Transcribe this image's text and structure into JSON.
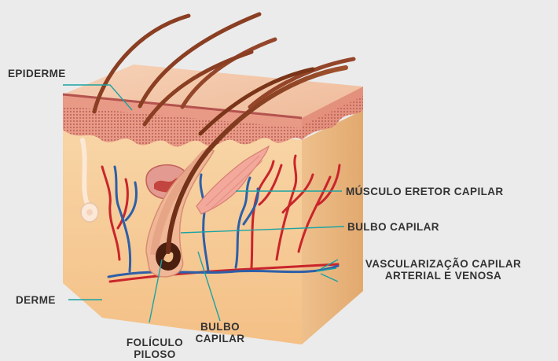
{
  "labels": {
    "epiderme": "EPIDERME",
    "musculo_eretor": "MÚSCULO ERETOR CAPILAR",
    "bulbo_capilar_right": "BULBO CAPILAR",
    "vascularizacao_line1": "VASCULARIZAÇÃO CAPILAR",
    "vascularizacao_line2": "ARTERIAL E VENOSA",
    "derme": "DERME",
    "bulbo_capilar_bottom_line1": "BULBO",
    "bulbo_capilar_bottom_line2": "CAPILAR",
    "foliculo_line1": "FOLÍCULO",
    "foliculo_line2": "PILOSO"
  },
  "colors": {
    "background": "#ebebeb",
    "leader_lines": "#1aa3a3",
    "label_text": "#333333",
    "skin_surface": "#f2c3a3",
    "dermis_front": "#f7cf97",
    "dermis_side": "#e9b47d",
    "epidermis_layer": "#c96f6a",
    "hair": "#8a3e22",
    "artery": "#c9252b",
    "vein": "#2d5fa8"
  }
}
